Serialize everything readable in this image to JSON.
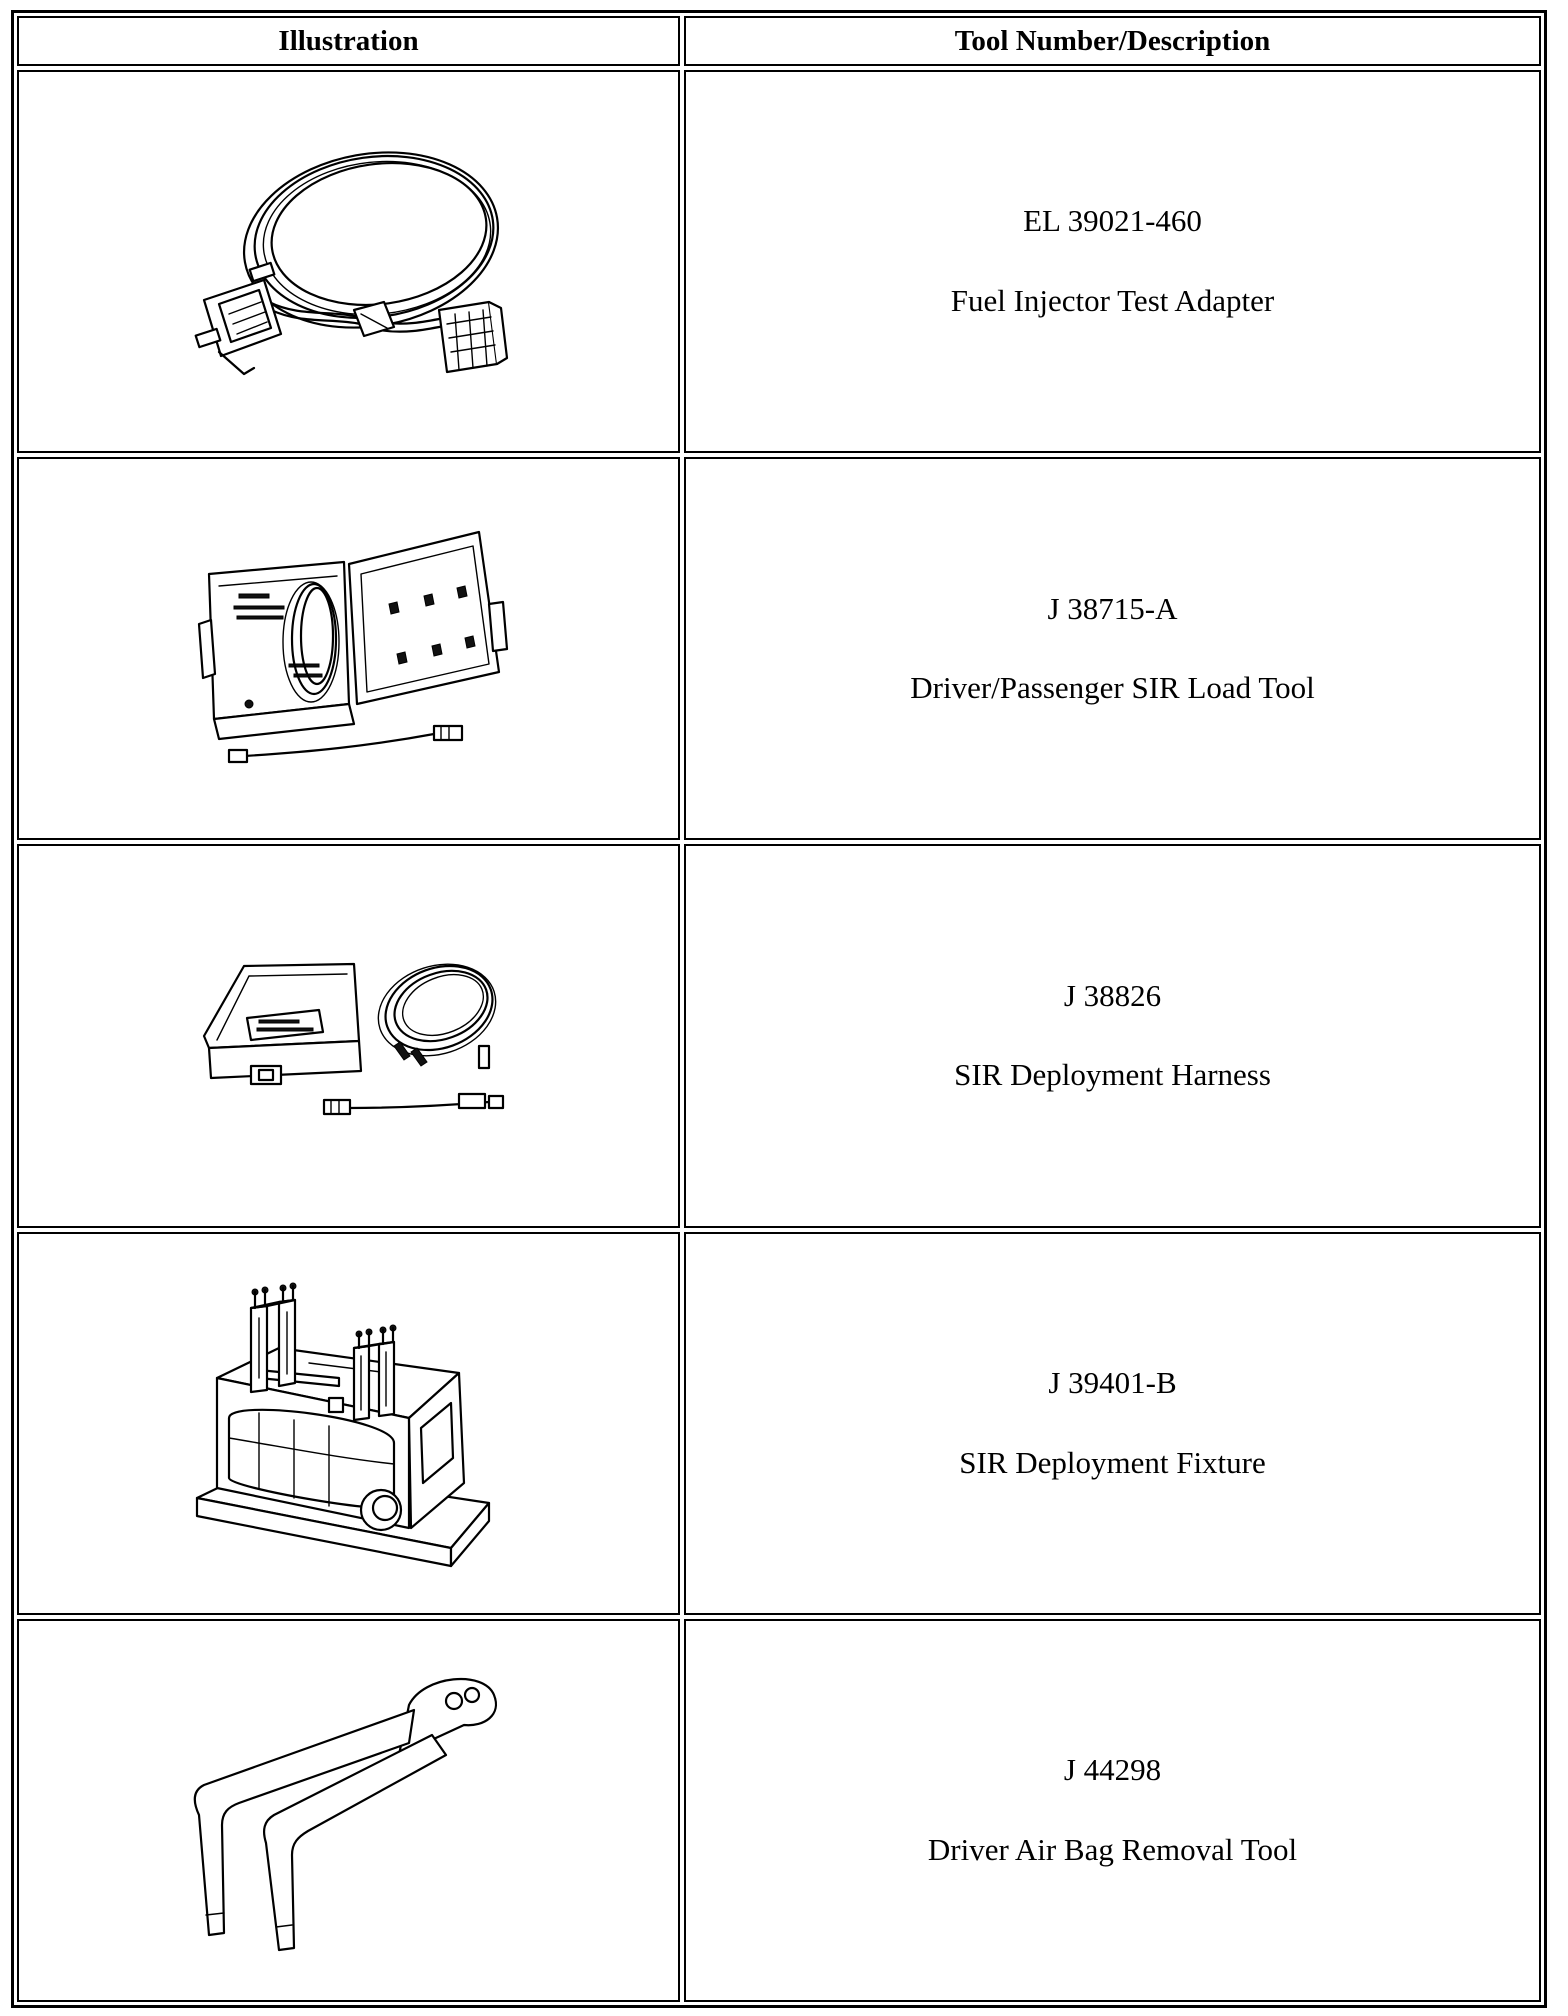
{
  "table": {
    "headers": {
      "illustration": "Illustration",
      "tool": "Tool Number/Description"
    },
    "rows": [
      {
        "number": "EL 39021-460",
        "description": "Fuel Injector Test Adapter",
        "icon": "cable-adapter-icon"
      },
      {
        "number": "J 38715-A",
        "description": "Driver/Passenger SIR Load Tool",
        "icon": "load-tool-case-icon"
      },
      {
        "number": "J 38826",
        "description": "SIR Deployment Harness",
        "icon": "harness-case-icon"
      },
      {
        "number": "J 39401-B",
        "description": "SIR Deployment Fixture",
        "icon": "deployment-fixture-icon"
      },
      {
        "number": "J 44298",
        "description": "Driver Air Bag Removal Tool",
        "icon": "removal-tool-icon"
      }
    ]
  }
}
